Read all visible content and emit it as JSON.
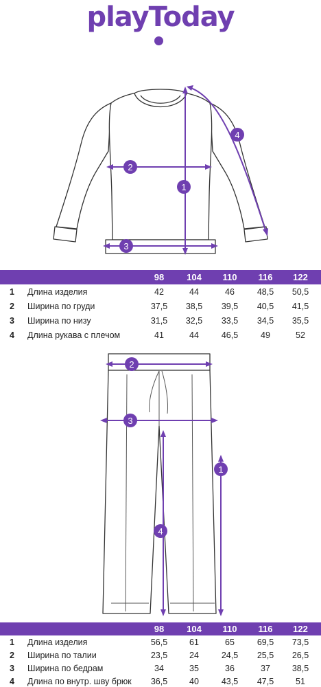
{
  "brand": {
    "logo_text": "playToday",
    "accent": "#6f3fb0"
  },
  "sweatshirt": {
    "markers": [
      "1",
      "2",
      "3",
      "4"
    ],
    "table": {
      "sizes": [
        "98",
        "104",
        "110",
        "116",
        "122"
      ],
      "rows": [
        {
          "num": "1",
          "label": "Длина изделия",
          "values": [
            "42",
            "44",
            "46",
            "48,5",
            "50,5"
          ]
        },
        {
          "num": "2",
          "label": "Ширина по груди",
          "values": [
            "37,5",
            "38,5",
            "39,5",
            "40,5",
            "41,5"
          ]
        },
        {
          "num": "3",
          "label": "Ширина по низу",
          "values": [
            "31,5",
            "32,5",
            "33,5",
            "34,5",
            "35,5"
          ]
        },
        {
          "num": "4",
          "label": "Длина рукава с плечом",
          "values": [
            "41",
            "44",
            "46,5",
            "49",
            "52"
          ]
        }
      ]
    }
  },
  "pants": {
    "markers": [
      "1",
      "2",
      "3",
      "4"
    ],
    "table": {
      "sizes": [
        "98",
        "104",
        "110",
        "116",
        "122"
      ],
      "rows": [
        {
          "num": "1",
          "label": "Длина изделия",
          "values": [
            "56,5",
            "61",
            "65",
            "69,5",
            "73,5"
          ]
        },
        {
          "num": "2",
          "label": "Ширина по талии",
          "values": [
            "23,5",
            "24",
            "24,5",
            "25,5",
            "26,5"
          ]
        },
        {
          "num": "3",
          "label": "Ширина по бедрам",
          "values": [
            "34",
            "35",
            "36",
            "37",
            "38,5"
          ]
        },
        {
          "num": "4",
          "label": "Длина по внутр. шву брюк",
          "values": [
            "36,5",
            "40",
            "43,5",
            "47,5",
            "51"
          ]
        }
      ]
    }
  }
}
